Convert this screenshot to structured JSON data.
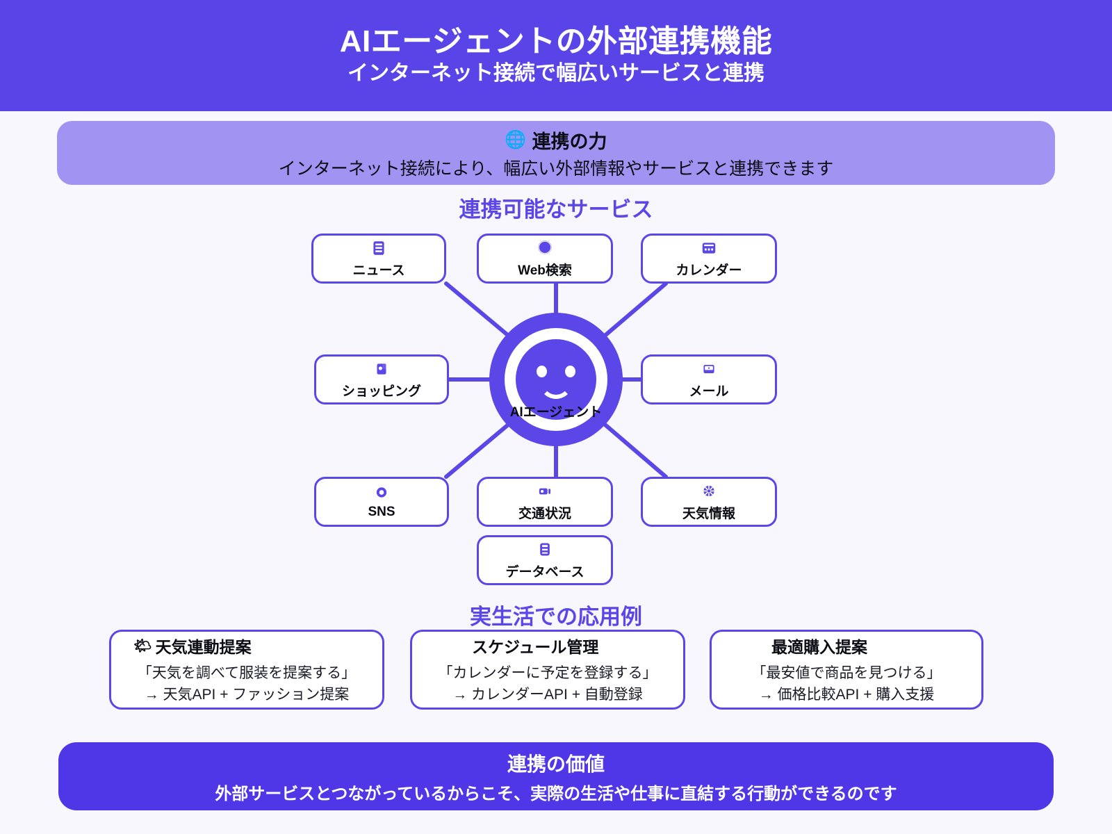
{
  "header": {
    "title": "AIエージェントの外部連携機能",
    "subtitle": "インターネット接続で幅広いサービスと連携",
    "background": "#5944E8"
  },
  "intro_banner": {
    "icon": "🌐",
    "icon_name": "globe-icon",
    "title": "連携の力",
    "description": "インターネット接続により、幅広い外部情報やサービスと連携できます",
    "background": "#A193F2"
  },
  "sections": {
    "services_heading": "連携可能なサービス",
    "examples_heading": "実生活での応用例",
    "heading_color": "#5B46E8"
  },
  "hub": {
    "center": {
      "label": "AIエージェント",
      "icon_name": "smiley-face-icon",
      "color": "#5B46E8"
    },
    "nodes": [
      {
        "label": "ニュース",
        "icon_name": "news-icon",
        "pos": "top-left"
      },
      {
        "label": "Web検索",
        "icon_name": "globe-search-icon",
        "pos": "top-center"
      },
      {
        "label": "カレンダー",
        "icon_name": "calendar-icon",
        "pos": "top-right"
      },
      {
        "label": "ショッピング",
        "icon_name": "shopping-bag-icon",
        "pos": "middle-left"
      },
      {
        "label": "メール",
        "icon_name": "mail-icon",
        "pos": "middle-right"
      },
      {
        "label": "SNS",
        "icon_name": "sns-ring-icon",
        "pos": "bottom-left"
      },
      {
        "label": "交通状況",
        "icon_name": "traffic-camera-icon",
        "pos": "bottom-center"
      },
      {
        "label": "天気情報",
        "icon_name": "sun-icon",
        "pos": "bottom-right"
      },
      {
        "label": "データベース",
        "icon_name": "database-icon",
        "pos": "bottom-extra"
      }
    ],
    "node_border_color": "#5B46E8",
    "link_color": "#5B46E8"
  },
  "examples": [
    {
      "emoji": "🌤",
      "emoji_name": "sun-behind-cloud-icon",
      "title": "天気連動提案",
      "line1": "「天気を調べて服装を提案する」",
      "line2": "→ 天気API + ファッション提案"
    },
    {
      "emoji": "",
      "emoji_name": "",
      "title": "スケジュール管理",
      "line1": "「カレンダーに予定を登録する」",
      "line2": "→ カレンダーAPI + 自動登録"
    },
    {
      "emoji": "",
      "emoji_name": "",
      "title": "最適購入提案",
      "line1": "「最安値で商品を見つける」",
      "line2": "→ 価格比較API + 購入支援"
    }
  ],
  "footer": {
    "title": "連携の価値",
    "description": "外部サービスとつながっているからこそ、実際の生活や仕事に直結する行動ができるのです",
    "background": "#4F37E8"
  }
}
